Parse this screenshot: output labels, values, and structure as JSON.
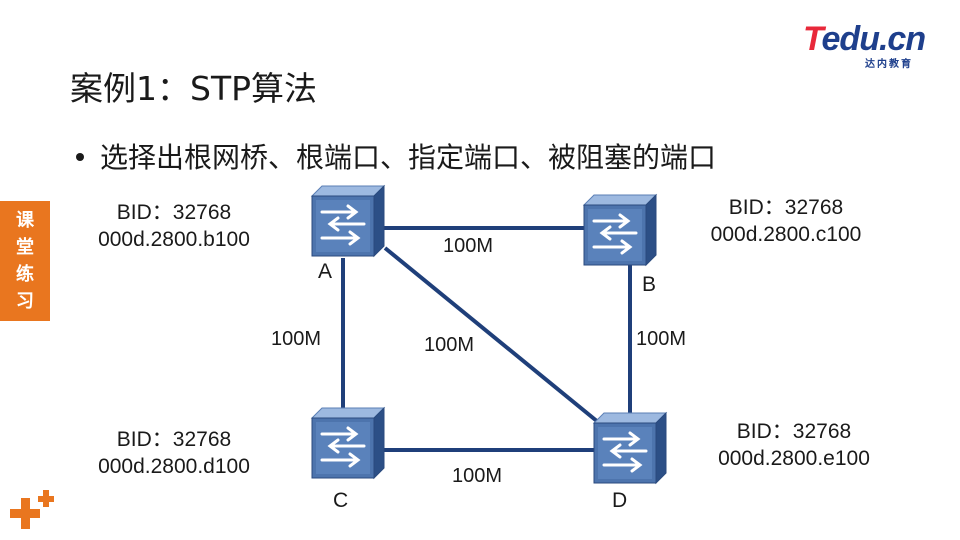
{
  "logo": {
    "brand_t": "T",
    "brand_rest": "edu.cn",
    "sub": "达内教育"
  },
  "title": "案例1：STP算法",
  "bullet": "选择出根网桥、根端口、指定端口、被阻塞的端口",
  "side_tab": [
    "课",
    "堂",
    "练",
    "习"
  ],
  "switches": [
    {
      "name": "A",
      "bid_priority": "BID：32768",
      "mac": "000d.2800.b100"
    },
    {
      "name": "B",
      "bid_priority": "BID：32768",
      "mac": "000d.2800.c100"
    },
    {
      "name": "C",
      "bid_priority": "BID：32768",
      "mac": "000d.2800.d100"
    },
    {
      "name": "D",
      "bid_priority": "BID：32768",
      "mac": "000d.2800.e100"
    }
  ],
  "links": [
    {
      "from": "A",
      "to": "B",
      "bandwidth": "100M"
    },
    {
      "from": "A",
      "to": "C",
      "bandwidth": "100M"
    },
    {
      "from": "A",
      "to": "D",
      "bandwidth": "100M"
    },
    {
      "from": "B",
      "to": "D",
      "bandwidth": "100M"
    },
    {
      "from": "C",
      "to": "D",
      "bandwidth": "100M"
    }
  ],
  "colors": {
    "link": "#1f3f7a",
    "switch_body": "#3f6aa6",
    "switch_top": "#7fa3d6",
    "accent_orange": "#e9761f"
  }
}
